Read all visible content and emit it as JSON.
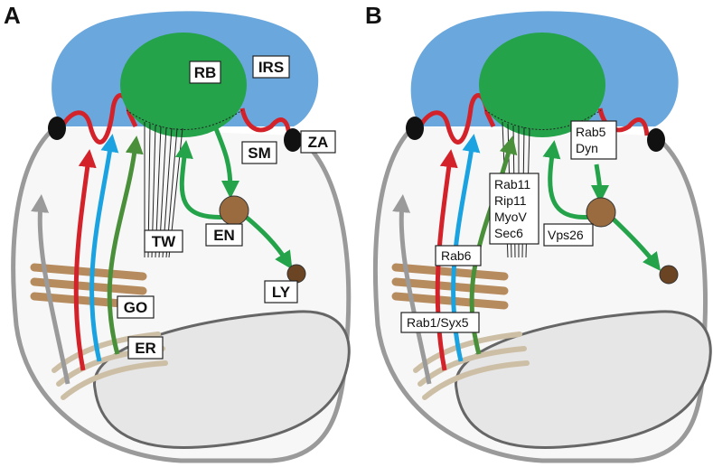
{
  "panels": [
    {
      "letter": "A",
      "labels": {
        "rb": "RB",
        "irs": "IRS",
        "sm": "SM",
        "za": "ZA",
        "tw": "TW",
        "en": "EN",
        "ly": "LY",
        "go": "GO",
        "er": "ER"
      }
    },
    {
      "letter": "B",
      "labels": {
        "rab5_dyn": [
          "Rab5",
          "Dyn"
        ],
        "rab11_group": [
          "Rab11",
          "Rip11",
          "MyoV",
          "Sec6"
        ],
        "vps26": "Vps26",
        "rab6": "Rab6",
        "rab1_syx5": "Rab1/Syx5"
      }
    }
  ],
  "colors": {
    "irs_blue": "#6aa7dc",
    "rhabdomere_green": "#24a34a",
    "membrane_red": "#d3222a",
    "er_tan": "#cdbfa5",
    "golgi_brown": "#b68b5e",
    "nucleus_gray": "#e6e6e6",
    "cell_outline": "#9a9a9a",
    "arrow_gray": "#9a9a9a",
    "arrow_red": "#d3222a",
    "arrow_blue": "#1aa3e0",
    "arrow_green_dark": "#4a8f3a",
    "arrow_green": "#24a34a",
    "endosome_brown": "#9a6b3f",
    "lysosome_brown": "#6b4423",
    "za_black": "#111111"
  }
}
